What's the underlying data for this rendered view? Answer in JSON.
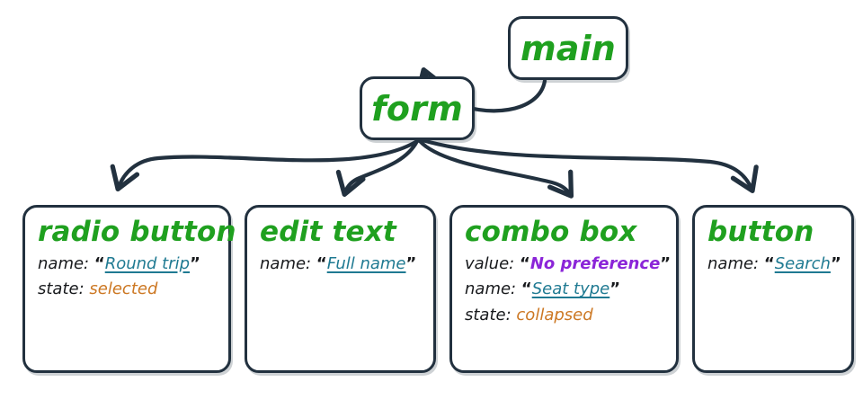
{
  "diagram": {
    "title": "accessibility-tree-fragment",
    "colors": {
      "node_title_green": "#1fa01f",
      "name_value_teal": "#1f7a92",
      "value_purple": "#8b25d8",
      "state_orange": "#cc7722",
      "border_dark": "#22313f",
      "background": "#ffffff"
    },
    "nodes": [
      {
        "id": "main",
        "title": "main",
        "props": []
      },
      {
        "id": "form",
        "title": "form",
        "props": []
      },
      {
        "id": "radio-button",
        "title": "radio button",
        "props": [
          {
            "key": "name:",
            "value": "Round trip",
            "kind": "name",
            "quoted": true
          },
          {
            "key": "state:",
            "value": "selected",
            "kind": "state",
            "quoted": false
          }
        ]
      },
      {
        "id": "edit-text",
        "title": "edit text",
        "props": [
          {
            "key": "name:",
            "value": "Full name",
            "kind": "name",
            "quoted": true
          }
        ]
      },
      {
        "id": "combo-box",
        "title": "combo box",
        "props": [
          {
            "key": "value:",
            "value": "No preference",
            "kind": "value",
            "quoted": true
          },
          {
            "key": "name:",
            "value": "Seat type",
            "kind": "name",
            "quoted": true
          },
          {
            "key": "state:",
            "value": "collapsed",
            "kind": "state",
            "quoted": false
          }
        ]
      },
      {
        "id": "button",
        "title": "button",
        "props": [
          {
            "key": "name:",
            "value": "Search",
            "kind": "name",
            "quoted": true
          }
        ]
      }
    ],
    "edges": [
      {
        "from": "main",
        "to": "form"
      },
      {
        "from": "form",
        "to": "radio-button"
      },
      {
        "from": "form",
        "to": "edit-text"
      },
      {
        "from": "form",
        "to": "combo-box"
      },
      {
        "from": "form",
        "to": "button"
      }
    ],
    "quote_open": "“",
    "quote_close": "”"
  }
}
